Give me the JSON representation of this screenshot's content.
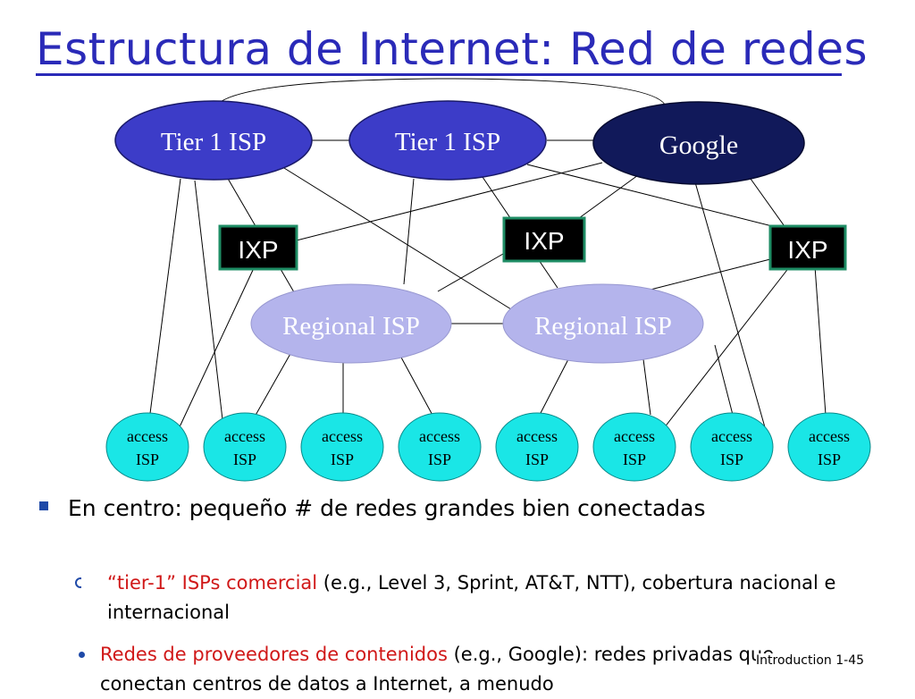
{
  "slide": {
    "title": "Estructura de Internet: Red de redes",
    "footer": "Introduction 1-45"
  },
  "nodes": {
    "tier1_a": "Tier 1 ISP",
    "tier1_b": "Tier 1 ISP",
    "google": "Google",
    "ixp_left": "IXP",
    "ixp_center": "IXP",
    "ixp_right": "IXP",
    "regional_left": "Regional ISP",
    "regional_right": "Regional ISP",
    "access_line1": "access",
    "access_line2": "ISP"
  },
  "colors": {
    "tier1_fill": "#3c3cc8",
    "google_fill": "#11195a",
    "ixp_fill": "#000000",
    "ixp_border": "#1e8c64",
    "regional_fill": "#b4b4ec",
    "access_fill": "#1ae6e6",
    "title": "#2a2ab8",
    "highlight": "#d01818"
  },
  "bullets": {
    "b1": "En centro: pequeño # de redes grandes bien conectadas",
    "b2_red": "“tier-1” ISPs comercial",
    "b2_rest": " (e.g., Level 3, Sprint, AT&T, NTT), cobertura nacional e internacional",
    "b3_red": "Redes de proveedores de contenidos",
    "b3_rest": " (e.g., Google): redes privadas que conectan centros de datos a Internet, a menudo"
  }
}
